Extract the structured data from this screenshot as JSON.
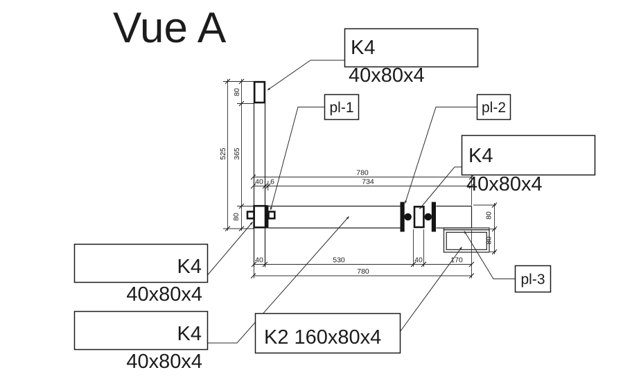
{
  "title": "Vue A",
  "labels": {
    "k4_top_line1": "K4",
    "k4_top_line2": "40x80x4",
    "k4_right_line1": "K4",
    "k4_right_line2": "40x80x4",
    "k4_left1_line1": "K4",
    "k4_left1_line2": "40x80x4",
    "k4_left2_line1": "K4",
    "k4_left2_line2": "40x80x4",
    "k2": "K2 160x80x4",
    "pl1": "pl-1",
    "pl2": "pl-2",
    "pl3": "pl-3"
  },
  "dimensions": {
    "top_overall": "780",
    "top_40": "40",
    "top_6": "6",
    "top_734": "734",
    "bottom_40_left": "40",
    "bottom_530": "530",
    "bottom_40_right": "40",
    "bottom_170": "170",
    "bottom_overall": "780",
    "left_80_top": "80",
    "left_525": "525",
    "left_365": "365",
    "left_80_beam": "80",
    "right_80_top": "80",
    "right_80_bottom": "80"
  },
  "colors": {
    "line": "#1e1e1e",
    "background": "#ffffff"
  }
}
